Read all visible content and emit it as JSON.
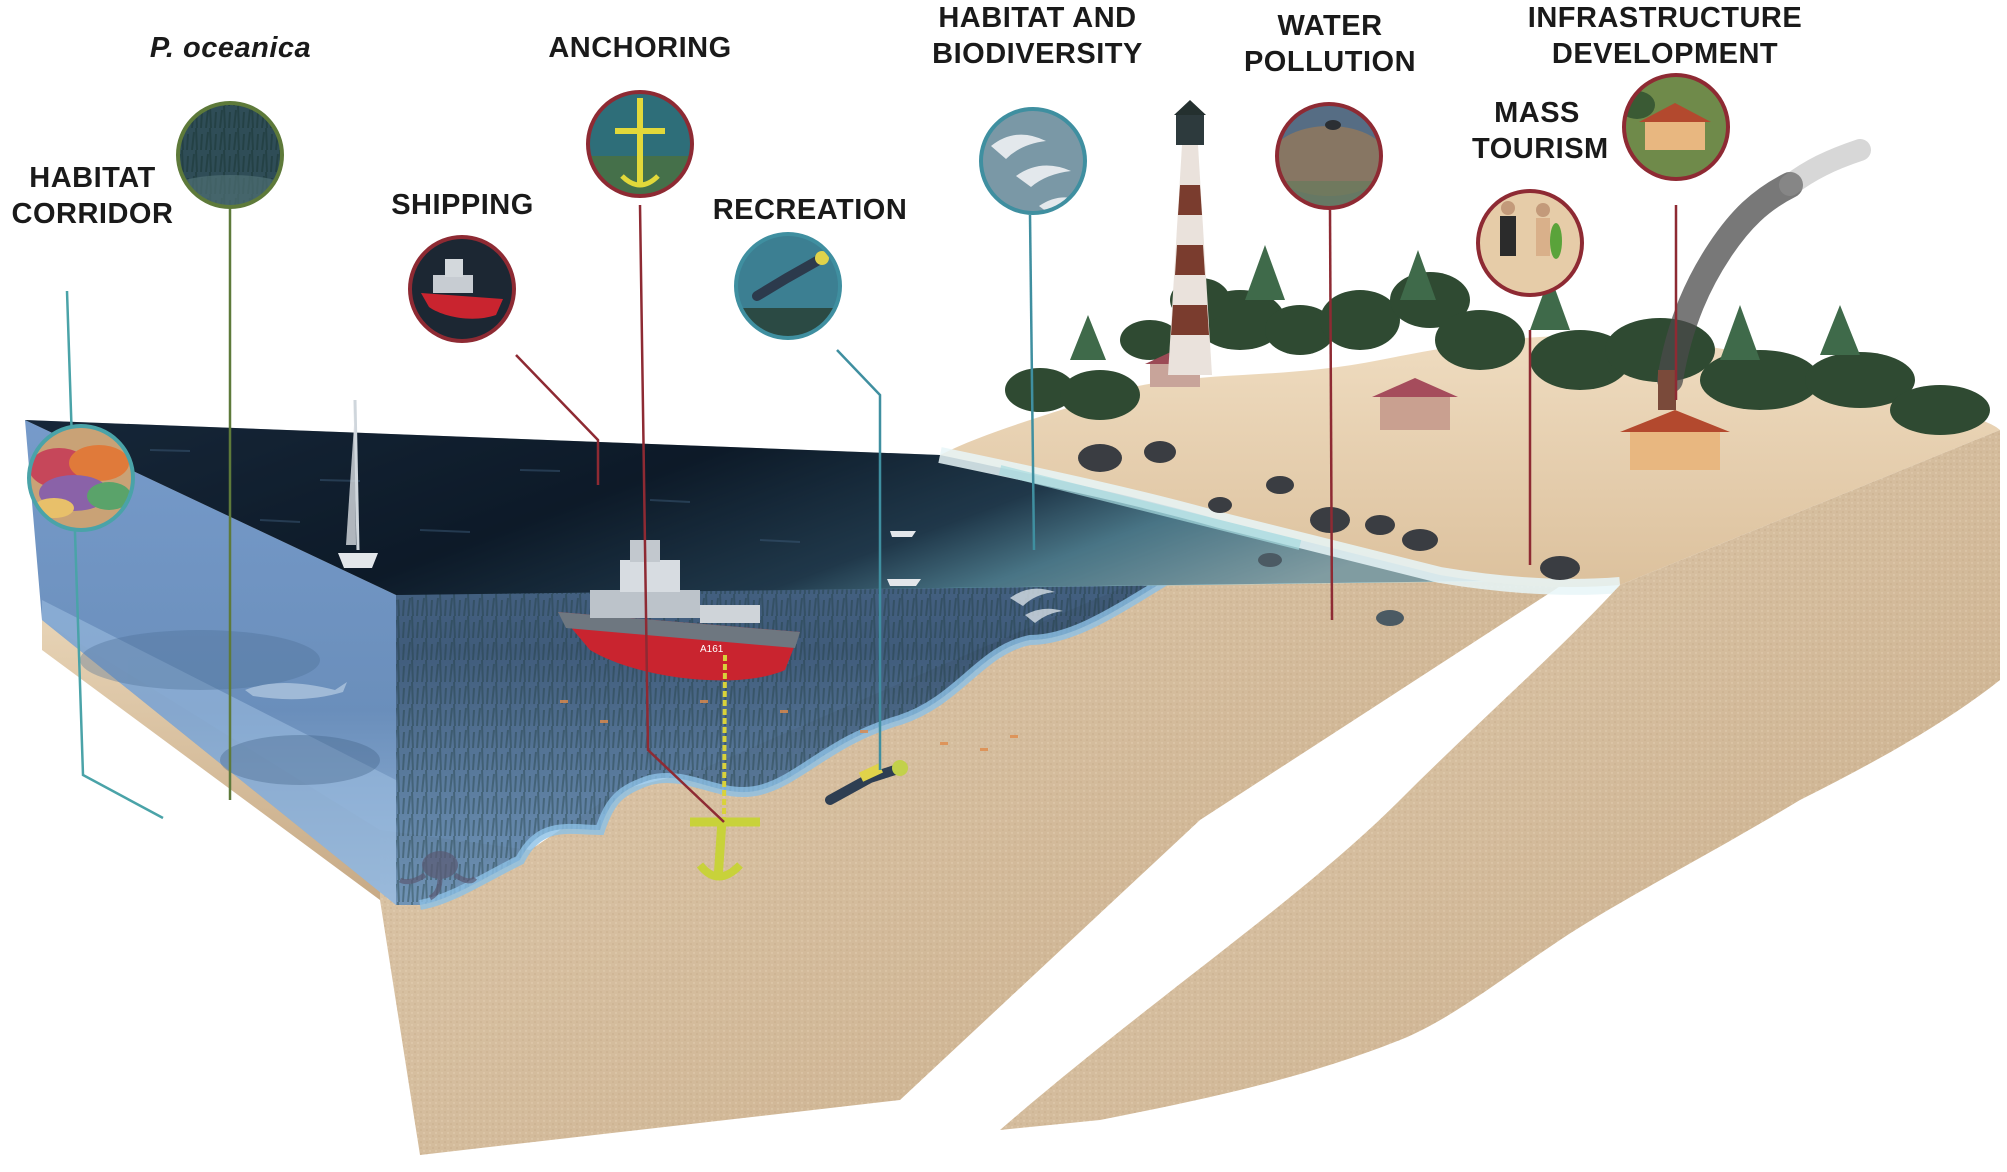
{
  "figure": {
    "labels": [
      {
        "key": "habitat_corridor",
        "lines": [
          "HABITAT",
          "CORRIDOR"
        ],
        "italic": false,
        "ring_color": "#4aa3a8"
      },
      {
        "key": "p_oceanica",
        "lines": [
          "P. oceanica"
        ],
        "italic": true,
        "ring_color": "#5e7a3a"
      },
      {
        "key": "shipping",
        "lines": [
          "SHIPPING"
        ],
        "italic": false,
        "ring_color": "#8e2a33"
      },
      {
        "key": "anchoring",
        "lines": [
          "ANCHORING"
        ],
        "italic": false,
        "ring_color": "#8e2a33"
      },
      {
        "key": "recreation",
        "lines": [
          "RECREATION"
        ],
        "italic": false,
        "ring_color": "#3f8fa0"
      },
      {
        "key": "habitat_biodiversity",
        "lines": [
          "HABITAT AND",
          "BIODIVERSITY"
        ],
        "italic": false,
        "ring_color": "#3f8fa0"
      },
      {
        "key": "water_pollution",
        "lines": [
          "WATER",
          "POLLUTION"
        ],
        "italic": false,
        "ring_color": "#8e2a33"
      },
      {
        "key": "mass_tourism",
        "lines": [
          "MASS",
          "TOURISM"
        ],
        "italic": false,
        "ring_color": "#8e2a33"
      },
      {
        "key": "infrastructure_development",
        "lines": [
          "INFRASTRUCTURE",
          "DEVELOPMENT"
        ],
        "italic": false,
        "ring_color": "#8e2a33"
      }
    ],
    "boat_hull_text": "A161",
    "colors": {
      "pressure_ring": "#8e2a33",
      "ecosystem_ring": "#3f8fa0",
      "seagrass_ring": "#5e7a3a",
      "sea_surface": "#0f1e2e",
      "water_body": "#5f86b3",
      "sand": "#d9c3a3"
    }
  }
}
